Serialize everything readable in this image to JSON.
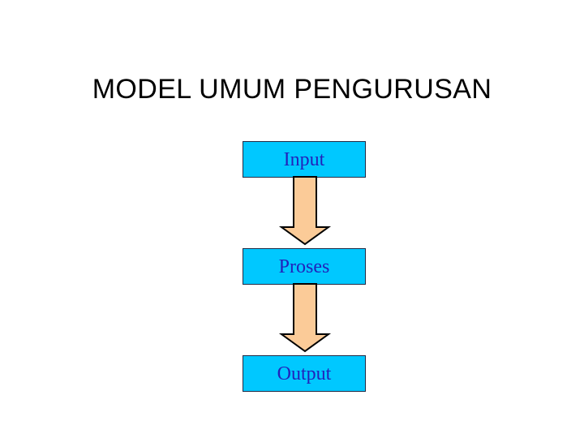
{
  "slide": {
    "title": "MODEL UMUM PENGURUSAN",
    "background_color": "#FFFFFF"
  },
  "diagram": {
    "type": "flowchart",
    "orientation": "vertical",
    "box_fill_color": "#00C8FF",
    "box_border_color": "#1F2A44",
    "box_text_color": "#2222BB",
    "arrow_fill_color": "#FBCB98",
    "arrow_border_color": "#000000",
    "nodes": [
      {
        "id": "input",
        "label": "Input"
      },
      {
        "id": "proses",
        "label": "Proses"
      },
      {
        "id": "output",
        "label": "Output"
      }
    ],
    "connectors": [
      {
        "id": "arrow-1",
        "from": "input",
        "to": "proses",
        "icon": "down-arrow-icon"
      },
      {
        "id": "arrow-2",
        "from": "proses",
        "to": "output",
        "icon": "down-arrow-icon"
      }
    ]
  }
}
